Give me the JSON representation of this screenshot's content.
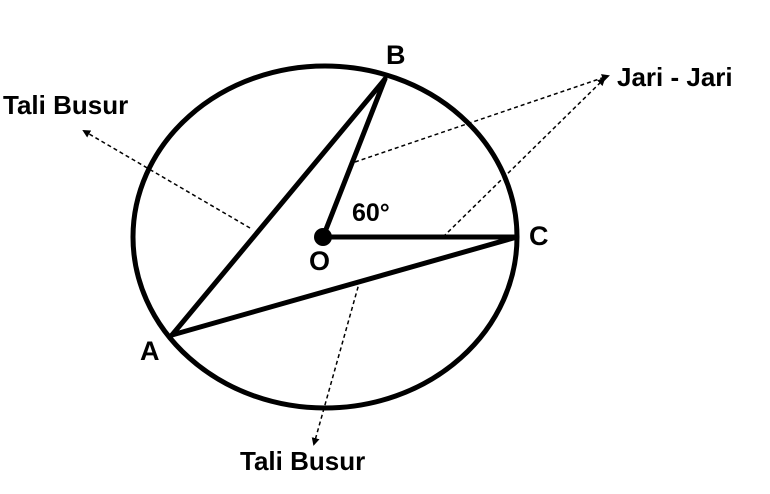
{
  "points": {
    "A": "A",
    "B": "B",
    "C": "C",
    "O": "O"
  },
  "angle_label": "60°",
  "annotations": {
    "chord_top": "Tali Busur",
    "chord_bottom": "Tali Busur",
    "radius": "Jari - Jari"
  },
  "colors": {
    "stroke": "#000000",
    "background": "#ffffff"
  }
}
